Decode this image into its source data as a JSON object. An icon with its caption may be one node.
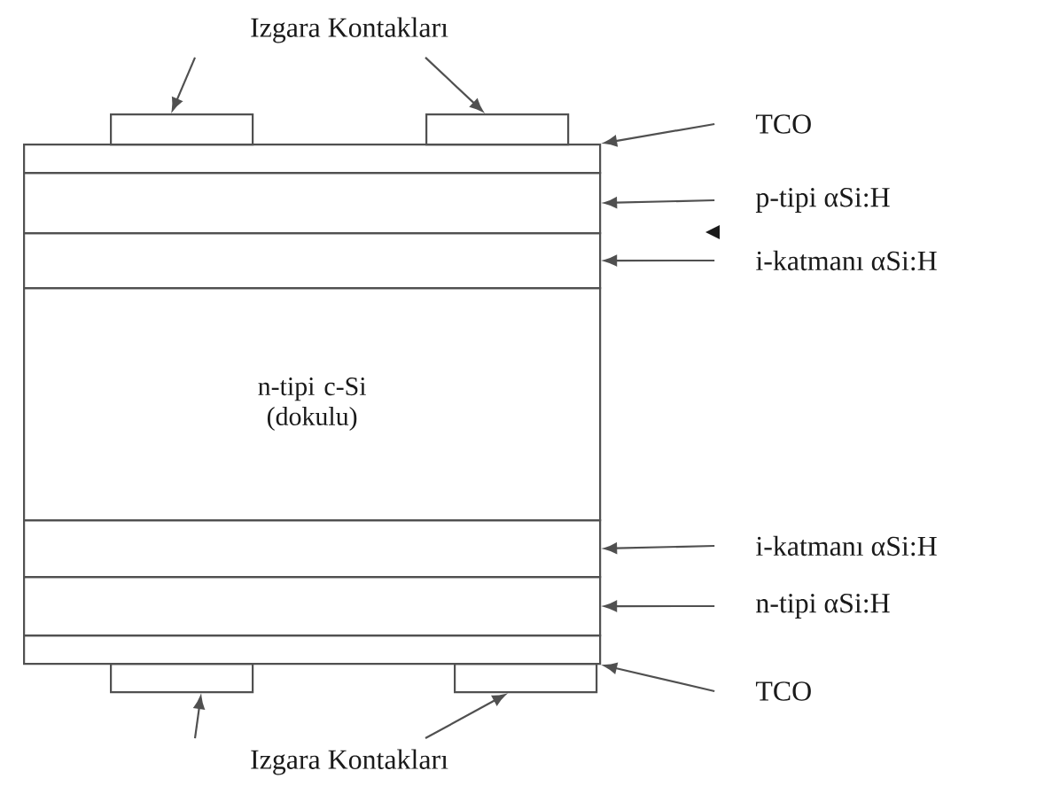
{
  "diagram": {
    "nodes": [
      {
        "text": [
          "Izgara Kontakları"
        ]
      },
      {
        "text": [],
        "shape": "box"
      },
      {
        "text": [],
        "shape": "box"
      },
      {
        "text": [],
        "shape": "box"
      },
      {
        "text": [],
        "shape": "box"
      },
      {
        "text": [],
        "shape": "box"
      },
      {
        "text": [
          "n-tipi c-Si (dokulu)"
        ]
      },
      {
        "text": [],
        "shape": "box"
      },
      {
        "text": [],
        "shape": "box"
      },
      {
        "text": [],
        "shape": "box"
      },
      {
        "text": [],
        "shape": "box"
      },
      {
        "text": [],
        "shape": "box"
      },
      {
        "text": [
          "TCO"
        ]
      },
      {
        "text": [
          "p-tipi αSi:H"
        ]
      },
      {
        "text": [
          "i-katmanı αSi:H"
        ]
      },
      {
        "text": [
          "i-katmanı αSi:H"
        ]
      },
      {
        "text": [
          "n-tipi αSi:H"
        ]
      },
      {
        "text": [
          "TCO"
        ]
      },
      {
        "text": [
          "Izgara Kontakları"
        ]
      }
    ],
    "edges": [
      {
        "from": 0,
        "to": 1,
        "arrow": "to"
      },
      {
        "from": 0,
        "to": 2,
        "arrow": "to"
      },
      {
        "from": 12,
        "to": 3,
        "arrow": "to"
      },
      {
        "from": 13,
        "to": 4,
        "arrow": "to"
      },
      {
        "from": 14,
        "to": 5,
        "arrow": "to"
      },
      {
        "from": 15,
        "to": 7,
        "arrow": "to"
      },
      {
        "from": 16,
        "to": 8,
        "arrow": "to"
      },
      {
        "from": 17,
        "to": 9,
        "arrow": "to"
      },
      {
        "from": 18,
        "to": 10,
        "arrow": "to"
      },
      {
        "from": 18,
        "to": 11,
        "arrow": "to"
      }
    ]
  }
}
